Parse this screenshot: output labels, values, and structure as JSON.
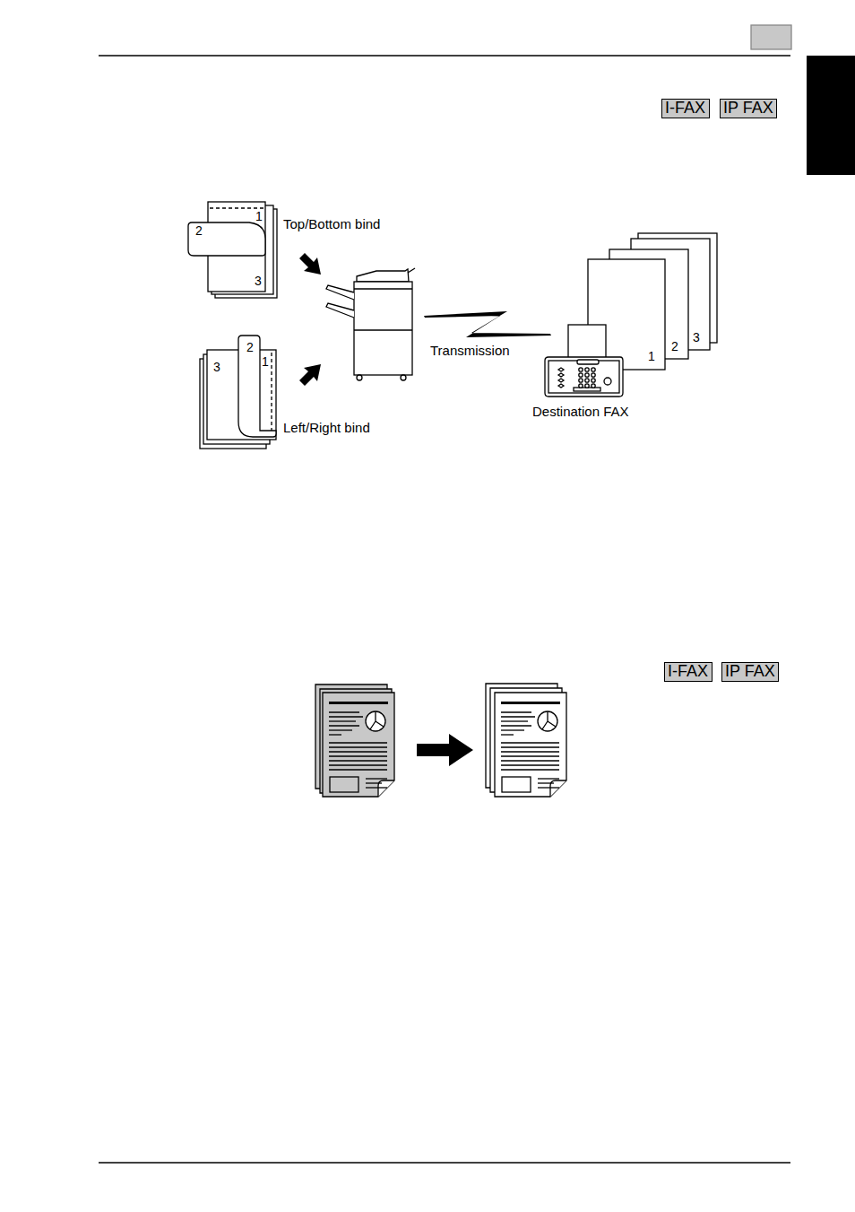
{
  "diagram": {
    "nodes": [
      {
        "text": [
          "I-FAX"
        ]
      },
      {
        "text": [
          "IP FAX"
        ]
      },
      {
        "text": [
          "I-FAX"
        ]
      },
      {
        "text": [
          "IP FAX"
        ]
      }
    ],
    "labels": [
      "1",
      "2",
      "3",
      "Top/Bottom bind",
      "2",
      "3",
      "1",
      "Left/Right bind",
      "Transmission",
      "1",
      "2",
      "3",
      "Destination FAX"
    ]
  }
}
